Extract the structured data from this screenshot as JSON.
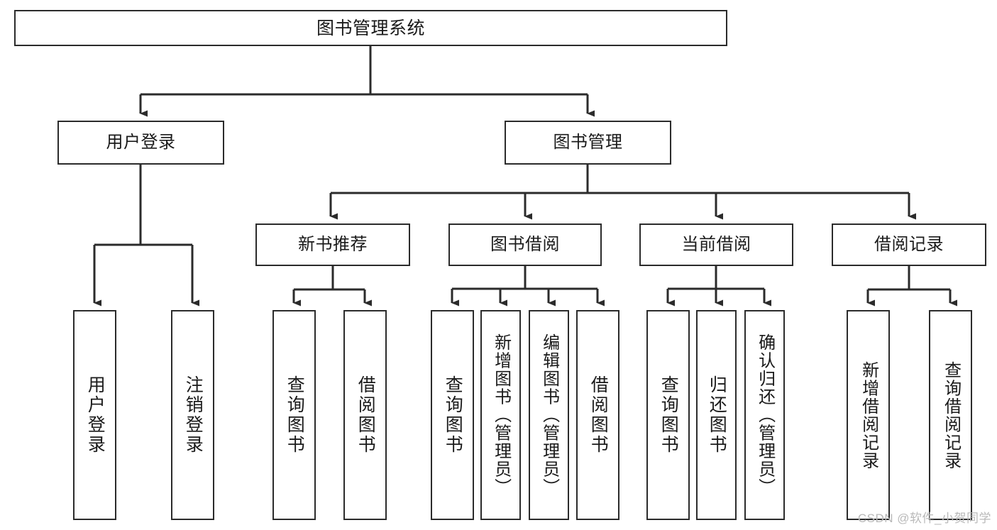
{
  "diagram": {
    "type": "tree",
    "title": "图书管理系统",
    "root": {
      "label": "图书管理系统"
    },
    "level2": [
      {
        "label": "用户登录"
      },
      {
        "label": "图书管理"
      }
    ],
    "level3": [
      {
        "label": "新书推荐"
      },
      {
        "label": "图书借阅"
      },
      {
        "label": "当前借阅"
      },
      {
        "label": "借阅记录"
      }
    ],
    "leaves": {
      "user_login": [
        {
          "label": "用户登录"
        },
        {
          "label": "注销登录"
        }
      ],
      "new_book": [
        {
          "label": "查询图书"
        },
        {
          "label": "借阅图书"
        }
      ],
      "book_borrow": [
        {
          "label": "查询图书"
        },
        {
          "label": "新增图书（管理员）"
        },
        {
          "label": "编辑图书（管理员）"
        },
        {
          "label": "借阅图书"
        }
      ],
      "current_borrow": [
        {
          "label": "查询图书"
        },
        {
          "label": "归还图书"
        },
        {
          "label": "确认归还（管理员）"
        }
      ],
      "borrow_record": [
        {
          "label": "新增借阅记录"
        },
        {
          "label": "查询借阅记录"
        }
      ]
    }
  },
  "watermark": {
    "text": "CSDN @软件_小贺同学"
  },
  "colors": {
    "border": "#2b2b2b",
    "background": "#ffffff",
    "text": "#1a1a1a",
    "watermark": "#b9b9b9"
  }
}
